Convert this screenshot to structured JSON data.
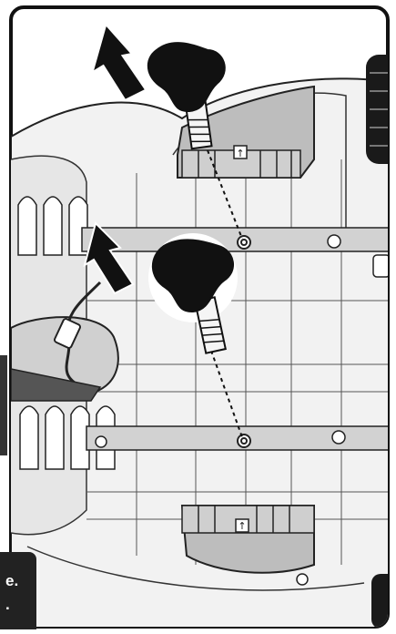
{
  "illustration": {
    "subject": "assembly-step-attach-knobs",
    "colors": {
      "line": "#1a1a1a",
      "fill_light": "#e8e8e8",
      "fill_mid": "#c9c9c9",
      "knob": "#111111",
      "background": "#ffffff"
    },
    "arrow_direction": "up",
    "knob_count": 2,
    "bolt_count": 2,
    "bracket_marker": "↑"
  },
  "caption": {
    "line1": "e.",
    "line2": "."
  }
}
